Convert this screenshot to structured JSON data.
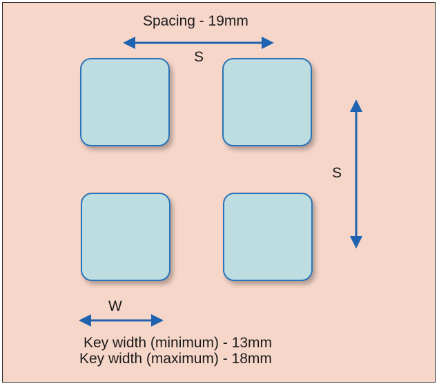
{
  "colors": {
    "background": "#f6d6c9",
    "key_fill": "#bddde1",
    "key_border": "#2a73b8",
    "arrow": "#1f63b0",
    "text": "#1a1a1a"
  },
  "labels": {
    "spacing_title": "Spacing - 19mm",
    "horizontal_spacing": "S",
    "vertical_spacing": "S",
    "key_width": "W",
    "width_min": "Key width (minimum) - 13mm",
    "width_max": "Key width (maximum) - 18mm"
  }
}
